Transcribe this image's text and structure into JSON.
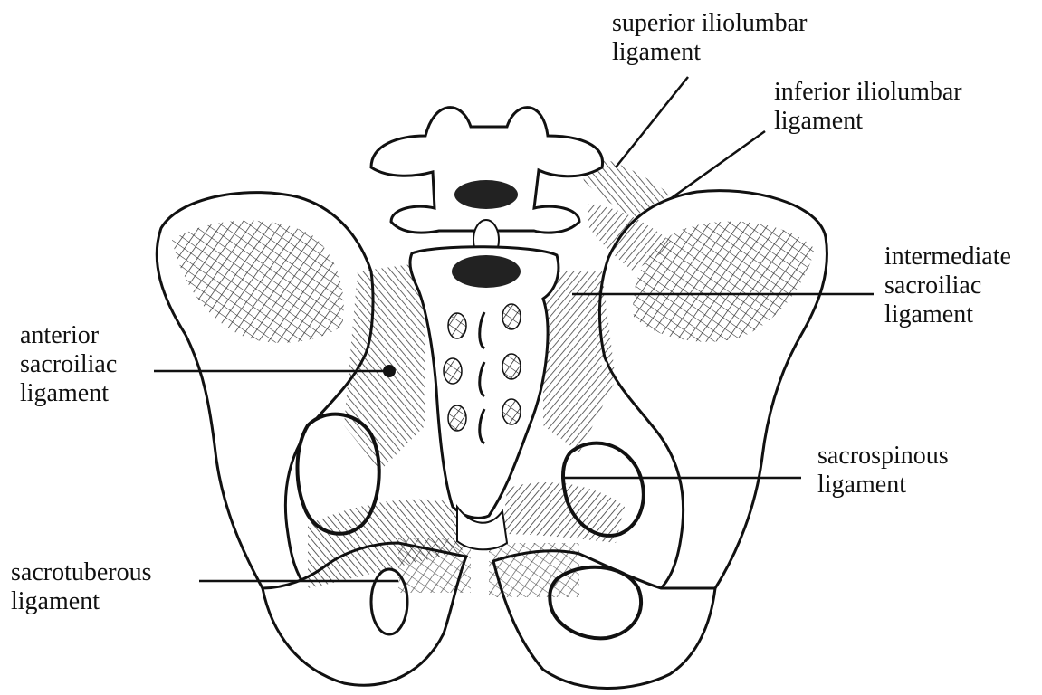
{
  "figure": {
    "labels": [
      {
        "id": "superior-iliolumbar",
        "lines": [
          "superior  iliolumbar",
          "ligament"
        ]
      },
      {
        "id": "inferior-iliolumbar",
        "lines": [
          "inferior  iliolumbar",
          "ligament"
        ]
      },
      {
        "id": "intermediate-sacroiliac",
        "lines": [
          "intermediate",
          "sacroiliac",
          "ligament"
        ]
      },
      {
        "id": "anterior-sacroiliac",
        "lines": [
          "anterior",
          "sacroiliac",
          "ligament"
        ]
      },
      {
        "id": "sacrospinous",
        "lines": [
          "sacrospinous",
          "ligament"
        ]
      },
      {
        "id": "sacrotuberous",
        "lines": [
          "sacrotuberous",
          "ligament"
        ]
      }
    ]
  },
  "colors": {
    "ink": "#111111",
    "paper": "#ffffff"
  }
}
